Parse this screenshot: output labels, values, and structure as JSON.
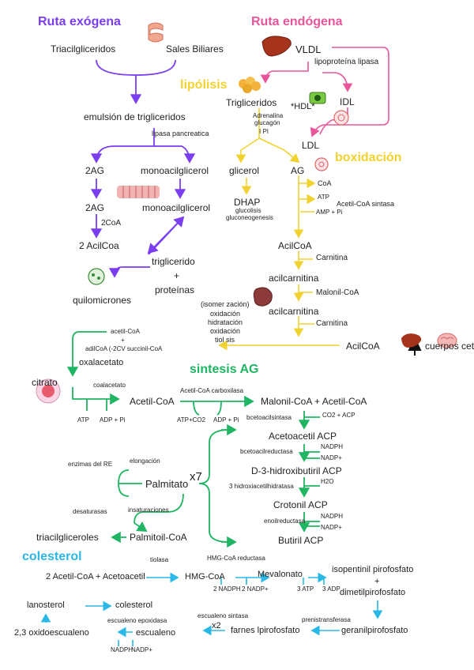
{
  "headers": {
    "ruta_exogena": "Ruta exógena",
    "ruta_endogena": "Ruta endógena",
    "lipolisis": "lipólisis",
    "boxidacion": "boxidación",
    "sintesis": "sintesis AG",
    "colesterol": "colesterol"
  },
  "colors": {
    "exogena": "#7a3df0",
    "endogena": "#e8559a",
    "lipolisis": "#f2d230",
    "sintesis": "#1fb563",
    "colesterol": "#2ab8e6"
  },
  "exogena": {
    "triacil": "Triacilgliceridos",
    "sales": "Sales Biliares",
    "emulsion": "emulsión de trigliceridos",
    "lipasa": "lipasa pancreatica",
    "ag2_a": "2AG",
    "monoacil_a": "monoacilglicerol",
    "ag2_b": "2AG",
    "monoacil_b": "monoacilglicerol",
    "coa2": "2CoA",
    "acilcoa2": "2 AcilCoa",
    "trigli": "triglicerido",
    "plus": "+",
    "proteinas": "proteínas",
    "quilo": "quilomicrones"
  },
  "endogena": {
    "vldl": "VLDL",
    "lipoproteina": "lipoproteína lipasa",
    "idl": "IDL",
    "hdl": "*HDL*",
    "ldl": "LDL",
    "trigliceridos": "Trigliceridos",
    "adrenalina": "Adrenalina",
    "glucagon": "glucagón",
    "pi": "I PI"
  },
  "lipolisis_side": {
    "glicerol": "glicerol",
    "ag": "AG",
    "dhap": "DHAP",
    "glucolisis": "glucolisis",
    "gluconeo": "gluconeogenesis"
  },
  "beta": {
    "coa": "CoA",
    "atp": "ATP",
    "sintasa": "Acetil-CoA sintasa",
    "amp": "AMP + Pi",
    "acilcoa": "AcilCoA",
    "carnitina1": "Carnitina",
    "acilcarnitina1": "acilcarnitina",
    "malonil": "Malonil-CoA",
    "acilcarnitina2": "acilcarnitina",
    "carnitina2": "Carnitina",
    "isom": "(isomer zación)",
    "oxid": "oxidación",
    "hidrat": "hidratación",
    "oxid2": "oxidación",
    "tiolisis": "tiol sis",
    "acilcoa_final": "AcilCoA",
    "cuerpos": "cuerpos cetónicos"
  },
  "sintesis_ag": {
    "acetil": "acetil-CoA",
    "plus": "+",
    "acilcoa_line": "adilCoA (-2CV succinil-CoA",
    "oxalacetato": "oxalacetato",
    "citrato": "citrato",
    "coalacetato": "coalacetato",
    "acetilcoa": "Acetil-CoA",
    "atp": "ATP",
    "adp": "ADP + Pi",
    "carboxilasa": "Acetil-CoA carboxilasa",
    "atp_co2": "ATP+CO2",
    "adp2": "ADP + Pi",
    "malonil_acetil": "Malonil-CoA + Acetil-CoA",
    "betaceto": "bcetoacilsintasa",
    "co2_acp": "CO2 + ACP",
    "acetoacetil": "Acetoacetil ACP",
    "betaceto_red": "bcetoacilreductasa",
    "nadph1": "NADPH",
    "nadp1": "NADP+",
    "d3": "D-3-hidroxibutiril ACP",
    "hidroxi_des": "3 hidroxiacetilhidratasa",
    "h2o": "H2O",
    "crotonil": "Crotonil ACP",
    "enoil": "enoilreductasa",
    "nadph2": "NADPH",
    "nadp2": "NADP+",
    "butiril": "Butiril ACP",
    "x7": "x7",
    "enzimas_re": "enzimas del RE",
    "elongacion": "elongación",
    "palmitato": "Palmitato",
    "desaturasas": "desaturasas",
    "insaturaciones": "insaturaciones",
    "palmitoil": "Palmitoil-CoA",
    "triacil": "triacilgliceroles"
  },
  "colesterol": {
    "tiolasa": "tiolasa",
    "acetil_aceto": "2 Acetil-CoA + Acetoacetil",
    "hmg": "HMG-CoA",
    "hmg_red": "HMG-CoA reductasa",
    "nadph": "2 NADPH",
    "nadp": "2 NADP+",
    "mevalonato": "Mevalonato",
    "atp": "3 ATP",
    "adp": "3 ADP",
    "isopentenil": "isopentinil pirofosfato",
    "plus": "+",
    "dimetil": "dimetilpirofosfato",
    "prenil": "prenistransferasa",
    "geranil": "geranilpirofosfato",
    "farnesil": "farnes lpirofosfato",
    "escualeno_sint": "escualeno sintasa",
    "x2": "x2",
    "escualeno": "escualeno",
    "epox": "escualeno epoxidasa",
    "nadph_b": "NADPH",
    "nadp_b": "NADP+",
    "oxido": "2,3 oxidoescualeno",
    "lanosterol": "lanosterol",
    "colesterol": "colesterol"
  }
}
